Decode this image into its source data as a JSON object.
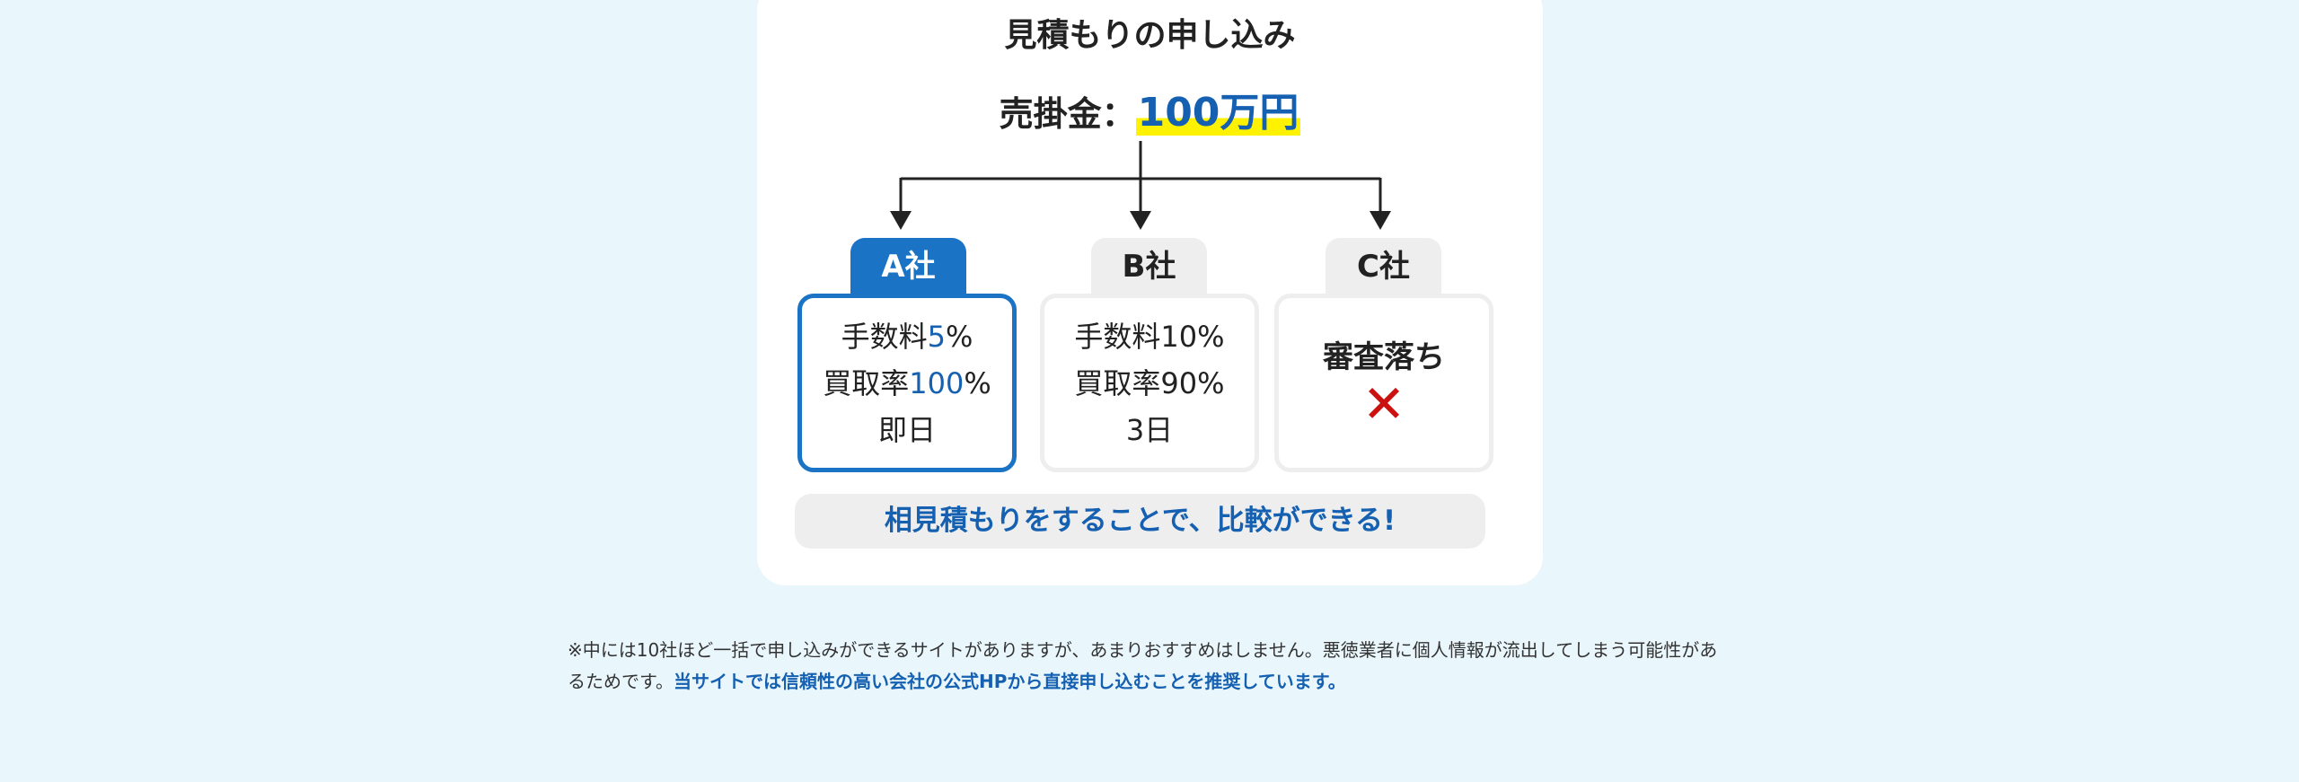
{
  "title": "見積もりの申し込み",
  "amount": {
    "label": "売掛金：",
    "value": "100万円"
  },
  "companies": [
    {
      "name": "A社",
      "lines": [
        {
          "text": "手数料",
          "value": "5",
          "unit": "%"
        },
        {
          "text": "買取率",
          "value": "100",
          "unit": "%"
        },
        {
          "text": "即日"
        }
      ]
    },
    {
      "name": "B社",
      "lines": [
        {
          "text": "手数料10%"
        },
        {
          "text": "買取率90%"
        },
        {
          "text": "3日"
        }
      ]
    },
    {
      "name": "C社",
      "result": "審査落ち",
      "icon": "cross-icon",
      "icon_glyph": "✕"
    }
  ],
  "banner": "相見積もりをすることで、比較ができる!",
  "note": {
    "text": "※中には10社ほど一括で申し込みができるサイトがありますが、あまりおすすめはしません。悪徳業者に個人情報が流出してしまう可能性があるためです。",
    "highlight": "当サイトでは信頼性の高い会社の公式HPから直接申し込むことを推奨しています。"
  },
  "colors": {
    "accent": "#1a73c4",
    "text_blue": "#1560b0",
    "highlight": "#fff200",
    "fail": "#cc1111",
    "background": "#e9f7fd"
  }
}
